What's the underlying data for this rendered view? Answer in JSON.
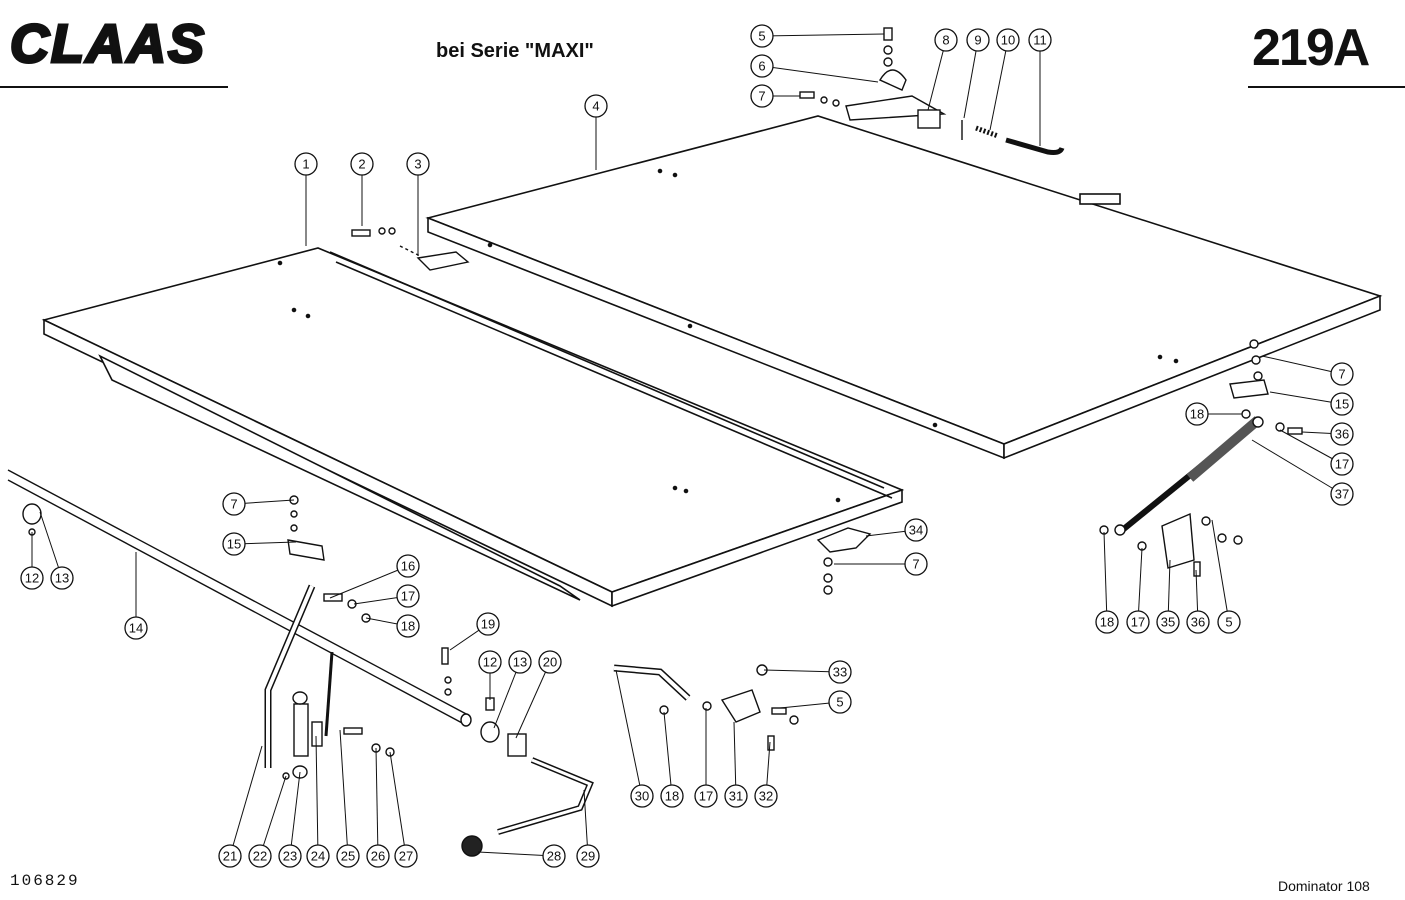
{
  "header": {
    "brand": "CLAAS",
    "series_note": "bei Serie \"MAXI\"",
    "page_code": "219A"
  },
  "footer": {
    "drawing_number": "106829",
    "model": "Dominator 108"
  },
  "callouts": [
    {
      "id": "c-5a",
      "label": "5"
    },
    {
      "id": "c-6",
      "label": "6"
    },
    {
      "id": "c-7a",
      "label": "7"
    },
    {
      "id": "c-8",
      "label": "8"
    },
    {
      "id": "c-9",
      "label": "9"
    },
    {
      "id": "c-10",
      "label": "10"
    },
    {
      "id": "c-11",
      "label": "11"
    },
    {
      "id": "c-4",
      "label": "4"
    },
    {
      "id": "c-1",
      "label": "1"
    },
    {
      "id": "c-2",
      "label": "2"
    },
    {
      "id": "c-3",
      "label": "3"
    },
    {
      "id": "c-7b",
      "label": "7"
    },
    {
      "id": "c-15a",
      "label": "15"
    },
    {
      "id": "c-18a",
      "label": "18"
    },
    {
      "id": "c-36a",
      "label": "36"
    },
    {
      "id": "c-17a",
      "label": "17"
    },
    {
      "id": "c-37",
      "label": "37"
    },
    {
      "id": "c-34",
      "label": "34"
    },
    {
      "id": "c-7c",
      "label": "7"
    },
    {
      "id": "c-18b",
      "label": "18"
    },
    {
      "id": "c-17b",
      "label": "17"
    },
    {
      "id": "c-35",
      "label": "35"
    },
    {
      "id": "c-36b",
      "label": "36"
    },
    {
      "id": "c-5b",
      "label": "5"
    },
    {
      "id": "c-12a",
      "label": "12"
    },
    {
      "id": "c-13a",
      "label": "13"
    },
    {
      "id": "c-14",
      "label": "14"
    },
    {
      "id": "c-7d",
      "label": "7"
    },
    {
      "id": "c-15b",
      "label": "15"
    },
    {
      "id": "c-16",
      "label": "16"
    },
    {
      "id": "c-17c",
      "label": "17"
    },
    {
      "id": "c-18c",
      "label": "18"
    },
    {
      "id": "c-19",
      "label": "19"
    },
    {
      "id": "c-12b",
      "label": "12"
    },
    {
      "id": "c-13b",
      "label": "13"
    },
    {
      "id": "c-20",
      "label": "20"
    },
    {
      "id": "c-21",
      "label": "21"
    },
    {
      "id": "c-22",
      "label": "22"
    },
    {
      "id": "c-23",
      "label": "23"
    },
    {
      "id": "c-24",
      "label": "24"
    },
    {
      "id": "c-25",
      "label": "25"
    },
    {
      "id": "c-26",
      "label": "26"
    },
    {
      "id": "c-27",
      "label": "27"
    },
    {
      "id": "c-28",
      "label": "28"
    },
    {
      "id": "c-29",
      "label": "29"
    },
    {
      "id": "c-33",
      "label": "33"
    },
    {
      "id": "c-5c",
      "label": "5"
    },
    {
      "id": "c-30",
      "label": "30"
    },
    {
      "id": "c-18d",
      "label": "18"
    },
    {
      "id": "c-17d",
      "label": "17"
    },
    {
      "id": "c-31",
      "label": "31"
    },
    {
      "id": "c-32",
      "label": "32"
    }
  ]
}
